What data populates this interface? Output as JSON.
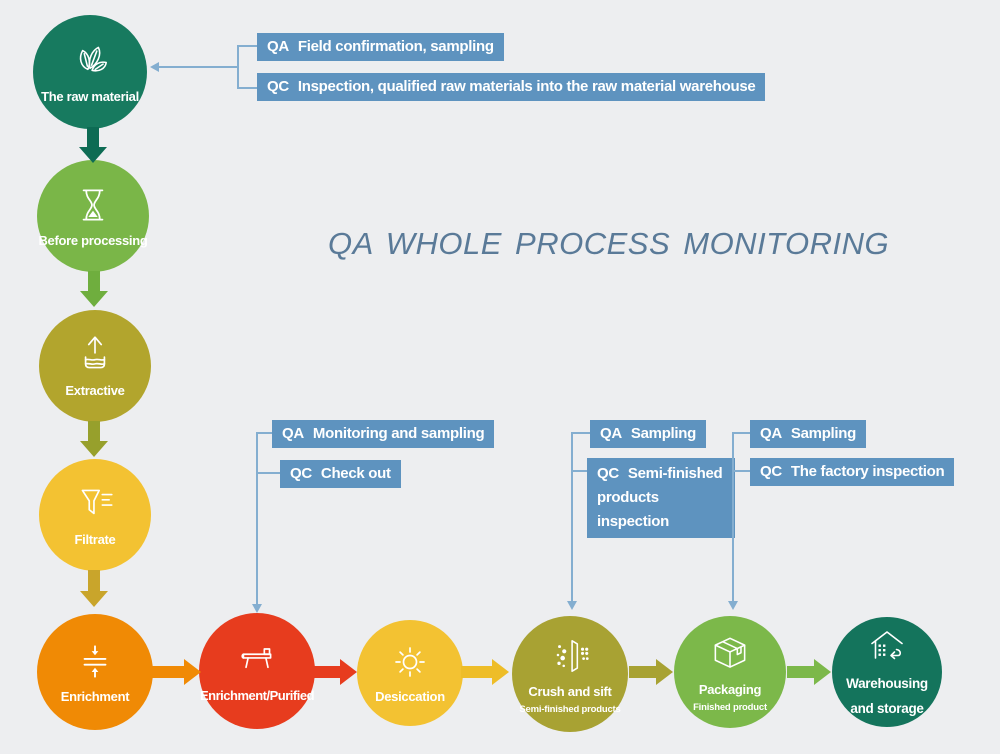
{
  "title": {
    "text": "QA WHOLE PROCESS MONITORING"
  },
  "theme": {
    "bg": "#edeef0",
    "connector": "#84aed0",
    "callout": "#5e93bf",
    "title": "#5a7a98"
  },
  "stages": [
    {
      "label": "The raw material",
      "color": "#177a5f",
      "icon": "leaves-icon"
    },
    {
      "label": "Before processing",
      "color": "#7ab648",
      "icon": "hourglass-icon"
    },
    {
      "label": "Extractive",
      "color": "#b2a52d",
      "icon": "extract-container-icon"
    },
    {
      "label": "Filtrate",
      "color": "#f3c232",
      "icon": "funnel-icon"
    },
    {
      "label": "Enrichment",
      "color": "#f08a05",
      "icon": "compress-icon"
    },
    {
      "label": "Enrichment/Purified",
      "color": "#e73c1e",
      "icon": "press-machine-icon"
    },
    {
      "label": "Desiccation",
      "color": "#f3c232",
      "icon": "sun-icon"
    },
    {
      "label": "Crush and sift",
      "sublabel": "Semi-finished products",
      "color": "#a8a233",
      "icon": "sieve-icon"
    },
    {
      "label": "Packaging",
      "sublabel": "Finished product",
      "color": "#7cb84a",
      "icon": "box-icon"
    },
    {
      "label": "Warehousing and storage",
      "color": "#14745c",
      "icon": "warehouse-icon"
    }
  ],
  "arrows": [
    {
      "between": "raw-material to before-processing",
      "color": "#0d6b54"
    },
    {
      "between": "before-processing to extractive",
      "color": "#6fae3e"
    },
    {
      "between": "extractive to filtrate",
      "color": "#97a02c"
    },
    {
      "between": "filtrate to enrichment",
      "color": "#c9a52b"
    },
    {
      "between": "enrichment to enrichment-purified",
      "color": "#f08a05"
    },
    {
      "between": "enrichment-purified to desiccation",
      "color": "#e73c1e"
    },
    {
      "between": "desiccation to crush-and-sift",
      "color": "#eebd28"
    },
    {
      "between": "crush-and-sift to packaging",
      "color": "#a8a233"
    },
    {
      "between": "packaging to warehousing",
      "color": "#7cb84a"
    }
  ],
  "callouts": [
    {
      "target": "raw-material",
      "items": [
        {
          "prefix": "QA",
          "text": "Field confirmation, sampling"
        },
        {
          "prefix": "QC",
          "text": "Inspection, qualified raw materials into the raw material warehouse"
        }
      ]
    },
    {
      "target": "enrichment-purified",
      "items": [
        {
          "prefix": "QA",
          "text": "Monitoring and sampling"
        },
        {
          "prefix": "QC",
          "text": "Check out"
        }
      ]
    },
    {
      "target": "crush-and-sift",
      "items": [
        {
          "prefix": "QA",
          "text": "Sampling"
        },
        {
          "prefix": "QC",
          "text": "Semi-finished products inspection"
        }
      ]
    },
    {
      "target": "packaging",
      "items": [
        {
          "prefix": "QA",
          "text": "Sampling"
        },
        {
          "prefix": "QC",
          "text": "The factory inspection"
        }
      ]
    }
  ]
}
